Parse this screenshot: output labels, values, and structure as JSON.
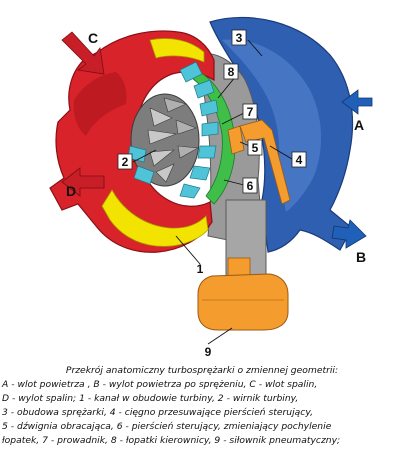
{
  "labels": {
    "A": "A",
    "B": "B",
    "C": "C",
    "D": "D",
    "n1": "1",
    "n2": "2",
    "n3": "3",
    "n4": "4",
    "n5": "5",
    "n6": "6",
    "n7": "7",
    "n8": "8",
    "n9": "9"
  },
  "caption": {
    "line1": "Przekrój anatomiczny turbosprężarki o zmiennej geometrii:",
    "line2": "A - wlot powietrza , B - wylot powietrza po sprężeniu, C - wlot spalin,",
    "line3": "D - wylot spalin; 1 - kanał w obudowie turbiny, 2 - wirnik turbiny,",
    "line4": "3 - obudowa sprężarki, 4 - cięgno przesuwające pierścień sterujący,",
    "line5": "5 - dźwignia obracająca, 6 - pierścień sterujący, zmieniający pochylenie",
    "line6": "łopatek, 7 - prowadnik, 8 - łopatki kierownicy, 9 - siłownik pneumatyczny;"
  },
  "colors": {
    "turbine_housing": "#d8232a",
    "turbine_channel": "#f2e400",
    "compressor_housing": "#2f5fb0",
    "actuator": "#f59c2e",
    "guide_vanes": "#4fc3d8",
    "ring": "#3fbf4a",
    "bearing": "#9a9a9a",
    "arrow_fill": "#c81e28",
    "arrow_blue": "#2060b8"
  }
}
